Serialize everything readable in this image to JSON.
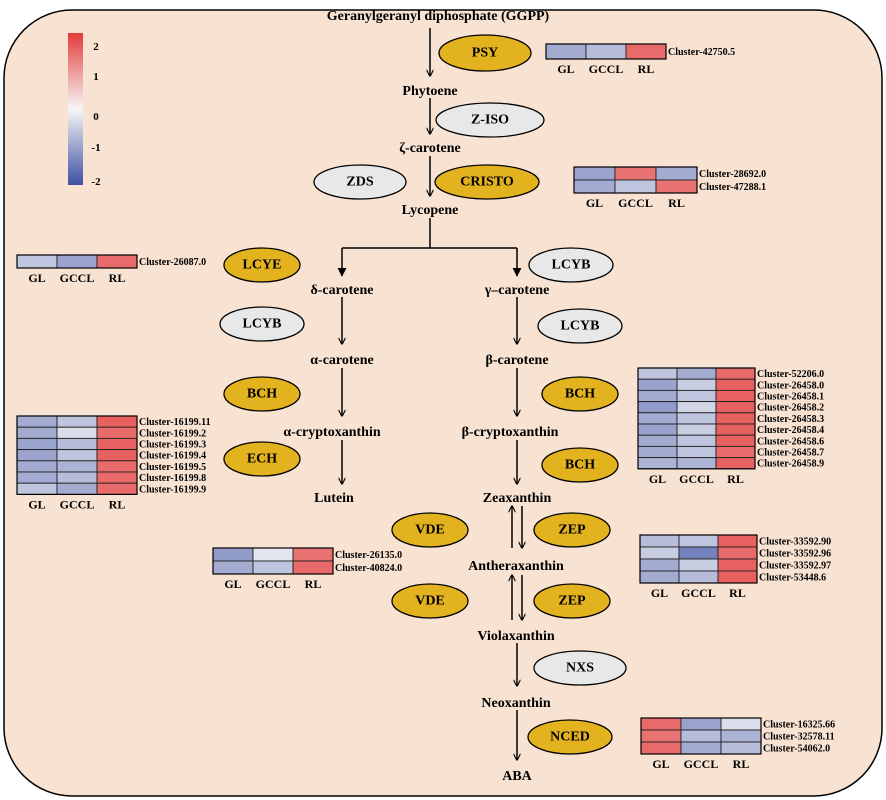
{
  "colors": {
    "background": "#f8e3d2",
    "enzyme_up": "#e3b21f",
    "enzyme_other": "#e8e8e8",
    "high": "#e33b3b",
    "mid": "#f7f7f7",
    "low": "#3c4fa3"
  },
  "metabolites": [
    {
      "id": "ggpp",
      "label": "Geranylgeranyl diphosphate (GGPP)"
    },
    {
      "id": "phytoene",
      "label": "Phytoene"
    },
    {
      "id": "zeta",
      "label": "ζ-carotene"
    },
    {
      "id": "lycopene",
      "label": "Lycopene"
    },
    {
      "id": "delta",
      "label": "δ-carotene"
    },
    {
      "id": "gamma",
      "label": "γ–carotene"
    },
    {
      "id": "alpha",
      "label": "α-carotene"
    },
    {
      "id": "beta",
      "label": "β-carotene"
    },
    {
      "id": "acrypto",
      "label": "α-cryptoxanthin"
    },
    {
      "id": "bcrypto",
      "label": "β-cryptoxanthin"
    },
    {
      "id": "lutein",
      "label": "Lutein"
    },
    {
      "id": "zeaxanthin",
      "label": "Zeaxanthin"
    },
    {
      "id": "antheraxanthin",
      "label": "Antheraxanthin"
    },
    {
      "id": "violaxanthin",
      "label": "Violaxanthin"
    },
    {
      "id": "neoxanthin",
      "label": "Neoxanthin"
    },
    {
      "id": "aba",
      "label": "ABA"
    }
  ],
  "enzymes": [
    {
      "id": "psy",
      "label": "PSY",
      "fill": "gold"
    },
    {
      "id": "ziso",
      "label": "Z-ISO",
      "fill": "grey"
    },
    {
      "id": "zds",
      "label": "ZDS",
      "fill": "grey"
    },
    {
      "id": "cristo",
      "label": "CRISTO",
      "fill": "gold"
    },
    {
      "id": "lcye",
      "label": "LCYE",
      "fill": "gold"
    },
    {
      "id": "lcyb1",
      "label": "LCYB",
      "fill": "grey"
    },
    {
      "id": "lcyb2",
      "label": "LCYB",
      "fill": "grey"
    },
    {
      "id": "lcyb3",
      "label": "LCYB",
      "fill": "grey"
    },
    {
      "id": "bch1",
      "label": "BCH",
      "fill": "gold"
    },
    {
      "id": "bch2",
      "label": "BCH",
      "fill": "gold"
    },
    {
      "id": "bch3",
      "label": "BCH",
      "fill": "gold"
    },
    {
      "id": "ech",
      "label": "ECH",
      "fill": "gold"
    },
    {
      "id": "vde1",
      "label": "VDE",
      "fill": "gold"
    },
    {
      "id": "zep1",
      "label": "ZEP",
      "fill": "gold"
    },
    {
      "id": "vde2",
      "label": "VDE",
      "fill": "gold"
    },
    {
      "id": "zep2",
      "label": "ZEP",
      "fill": "gold"
    },
    {
      "id": "nxs",
      "label": "NXS",
      "fill": "grey"
    },
    {
      "id": "nced",
      "label": "NCED",
      "fill": "gold"
    }
  ],
  "column_labels": [
    "GL",
    "GCCL",
    "RL"
  ],
  "heatmaps": [
    {
      "id": "psy",
      "rows": [
        {
          "cluster": "Cluster-42750.5",
          "values": [
            -0.9,
            -0.7,
            1.5
          ]
        }
      ]
    },
    {
      "id": "cristo",
      "rows": [
        {
          "cluster": "Cluster-28692.0",
          "values": [
            -1.0,
            1.4,
            -0.9
          ]
        },
        {
          "cluster": "Cluster-47288.1",
          "values": [
            -0.9,
            -0.6,
            1.4
          ]
        }
      ]
    },
    {
      "id": "lcye",
      "rows": [
        {
          "cluster": "Cluster-26087.0",
          "values": [
            -0.6,
            -1.0,
            1.5
          ]
        }
      ]
    },
    {
      "id": "ech",
      "rows": [
        {
          "cluster": "Cluster-16199.11",
          "values": [
            -0.9,
            -0.6,
            1.6
          ]
        },
        {
          "cluster": "Cluster-16199.2",
          "values": [
            -0.9,
            -0.3,
            1.5
          ]
        },
        {
          "cluster": "Cluster-16199.3",
          "values": [
            -1.0,
            -0.7,
            1.6
          ]
        },
        {
          "cluster": "Cluster-16199.4",
          "values": [
            -1.0,
            -0.6,
            1.6
          ]
        },
        {
          "cluster": "Cluster-16199.5",
          "values": [
            -0.9,
            -0.8,
            1.5
          ]
        },
        {
          "cluster": "Cluster-16199.8",
          "values": [
            -0.9,
            -0.7,
            1.5
          ]
        },
        {
          "cluster": "Cluster-16199.9",
          "values": [
            -0.6,
            -0.9,
            1.5
          ]
        }
      ]
    },
    {
      "id": "bch",
      "rows": [
        {
          "cluster": "Cluster-52206.0",
          "values": [
            -0.6,
            -0.9,
            1.5
          ]
        },
        {
          "cluster": "Cluster-26458.0",
          "values": [
            -1.0,
            -0.5,
            1.6
          ]
        },
        {
          "cluster": "Cluster-26458.1",
          "values": [
            -0.9,
            -0.6,
            1.6
          ]
        },
        {
          "cluster": "Cluster-26458.2",
          "values": [
            -1.1,
            -0.4,
            1.6
          ]
        },
        {
          "cluster": "Cluster-26458.3",
          "values": [
            -0.9,
            -0.6,
            1.6
          ]
        },
        {
          "cluster": "Cluster-26458.4",
          "values": [
            -1.0,
            -0.5,
            1.6
          ]
        },
        {
          "cluster": "Cluster-26458.6",
          "values": [
            -0.9,
            -0.6,
            1.6
          ]
        },
        {
          "cluster": "Cluster-26458.7",
          "values": [
            -0.9,
            -0.6,
            1.5
          ]
        },
        {
          "cluster": "Cluster-26458.9",
          "values": [
            -0.8,
            -0.8,
            1.6
          ]
        }
      ]
    },
    {
      "id": "vde",
      "rows": [
        {
          "cluster": "Cluster-26135.0",
          "values": [
            -1.1,
            -0.2,
            1.4
          ]
        },
        {
          "cluster": "Cluster-40824.0",
          "values": [
            -0.9,
            -0.6,
            1.5
          ]
        }
      ]
    },
    {
      "id": "zep",
      "rows": [
        {
          "cluster": "Cluster-33592.90",
          "values": [
            -0.7,
            -0.6,
            1.6
          ]
        },
        {
          "cluster": "Cluster-33592.96",
          "values": [
            -0.5,
            -1.4,
            1.5
          ]
        },
        {
          "cluster": "Cluster-33592.97",
          "values": [
            -0.9,
            -0.5,
            1.6
          ]
        },
        {
          "cluster": "Cluster-53448.6",
          "values": [
            -0.9,
            -0.7,
            1.6
          ]
        }
      ]
    },
    {
      "id": "nced",
      "rows": [
        {
          "cluster": "Cluster-16325.66",
          "values": [
            1.5,
            -1.0,
            -0.3
          ]
        },
        {
          "cluster": "Cluster-32578.11",
          "values": [
            1.4,
            -0.7,
            -0.8
          ]
        },
        {
          "cluster": "Cluster-54062.0",
          "values": [
            1.5,
            -0.9,
            -0.7
          ]
        }
      ]
    }
  ],
  "legend": {
    "min": -2,
    "max": 2,
    "ticks": [
      "2",
      "1",
      "0",
      "-1",
      "-2"
    ]
  }
}
